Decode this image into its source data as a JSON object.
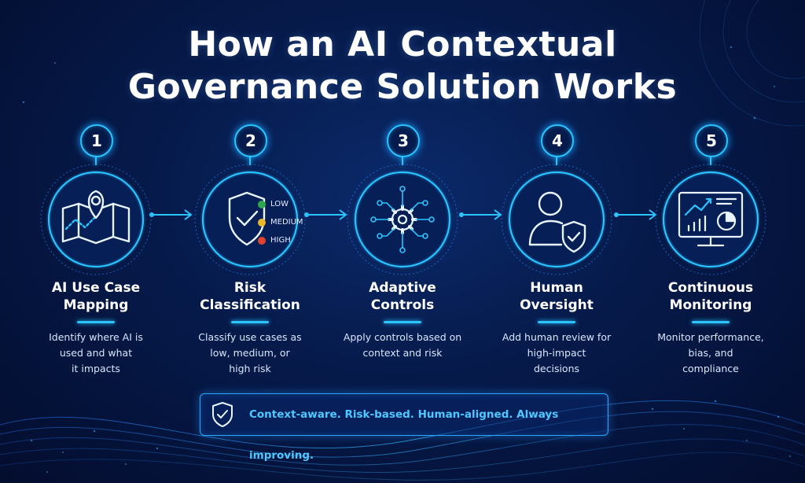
{
  "title": {
    "line1": "How an AI Contextual",
    "line2": "Governance Solution Works"
  },
  "steps": [
    {
      "number": "1",
      "icon": "map-pin-icon",
      "title_line1": "AI Use Case",
      "title_line2": "Mapping",
      "desc_line1": "Identify where AI is",
      "desc_line2": "used and what",
      "desc_line3": "it impacts"
    },
    {
      "number": "2",
      "icon": "shield-check-icon",
      "title_line1": "Risk",
      "title_line2": "Classification",
      "desc_line1": "Classify use cases as",
      "desc_line2": "low, medium, or",
      "desc_line3": "high risk"
    },
    {
      "number": "3",
      "icon": "gear-network-icon",
      "title_line1": "Adaptive",
      "title_line2": "Controls",
      "desc_line1": "Apply controls based on",
      "desc_line2": "context and risk",
      "desc_line3": ""
    },
    {
      "number": "4",
      "icon": "user-shield-icon",
      "title_line1": "Human",
      "title_line2": "Oversight",
      "desc_line1": "Add human review for",
      "desc_line2": "high-impact",
      "desc_line3": "decisions"
    },
    {
      "number": "5",
      "icon": "monitor-chart-icon",
      "title_line1": "Continuous",
      "title_line2": "Monitoring",
      "desc_line1": "Monitor performance,",
      "desc_line2": "bias, and",
      "desc_line3": "compliance"
    }
  ],
  "risk_levels": [
    {
      "label": "LOW",
      "color": "#2ea84f"
    },
    {
      "label": "MEDIUM",
      "color": "#e8b72c"
    },
    {
      "label": "HIGH",
      "color": "#e0442f"
    }
  ],
  "banner": {
    "icon": "shield-check-icon",
    "text": "Context-aware. Risk-based. Human-aligned. Always improving."
  },
  "colors": {
    "accent": "#2bc4ff",
    "background": "#061a4a",
    "banner_text": "#4fc8ff"
  }
}
